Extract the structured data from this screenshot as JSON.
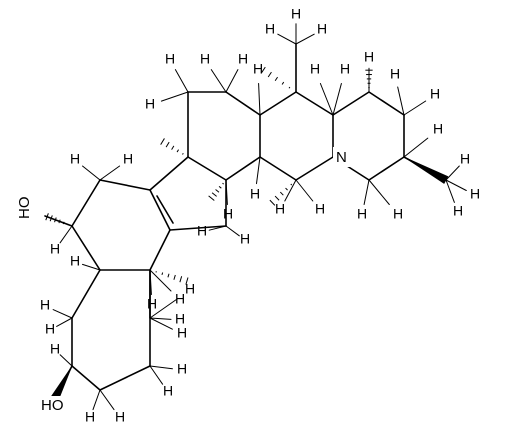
{
  "molecule": {
    "atom_labels": {
      "nitrogen": "N",
      "hydroxyl_bottom": "HO",
      "hydroxyl_left": "HO",
      "hydrogen": "H"
    }
  }
}
